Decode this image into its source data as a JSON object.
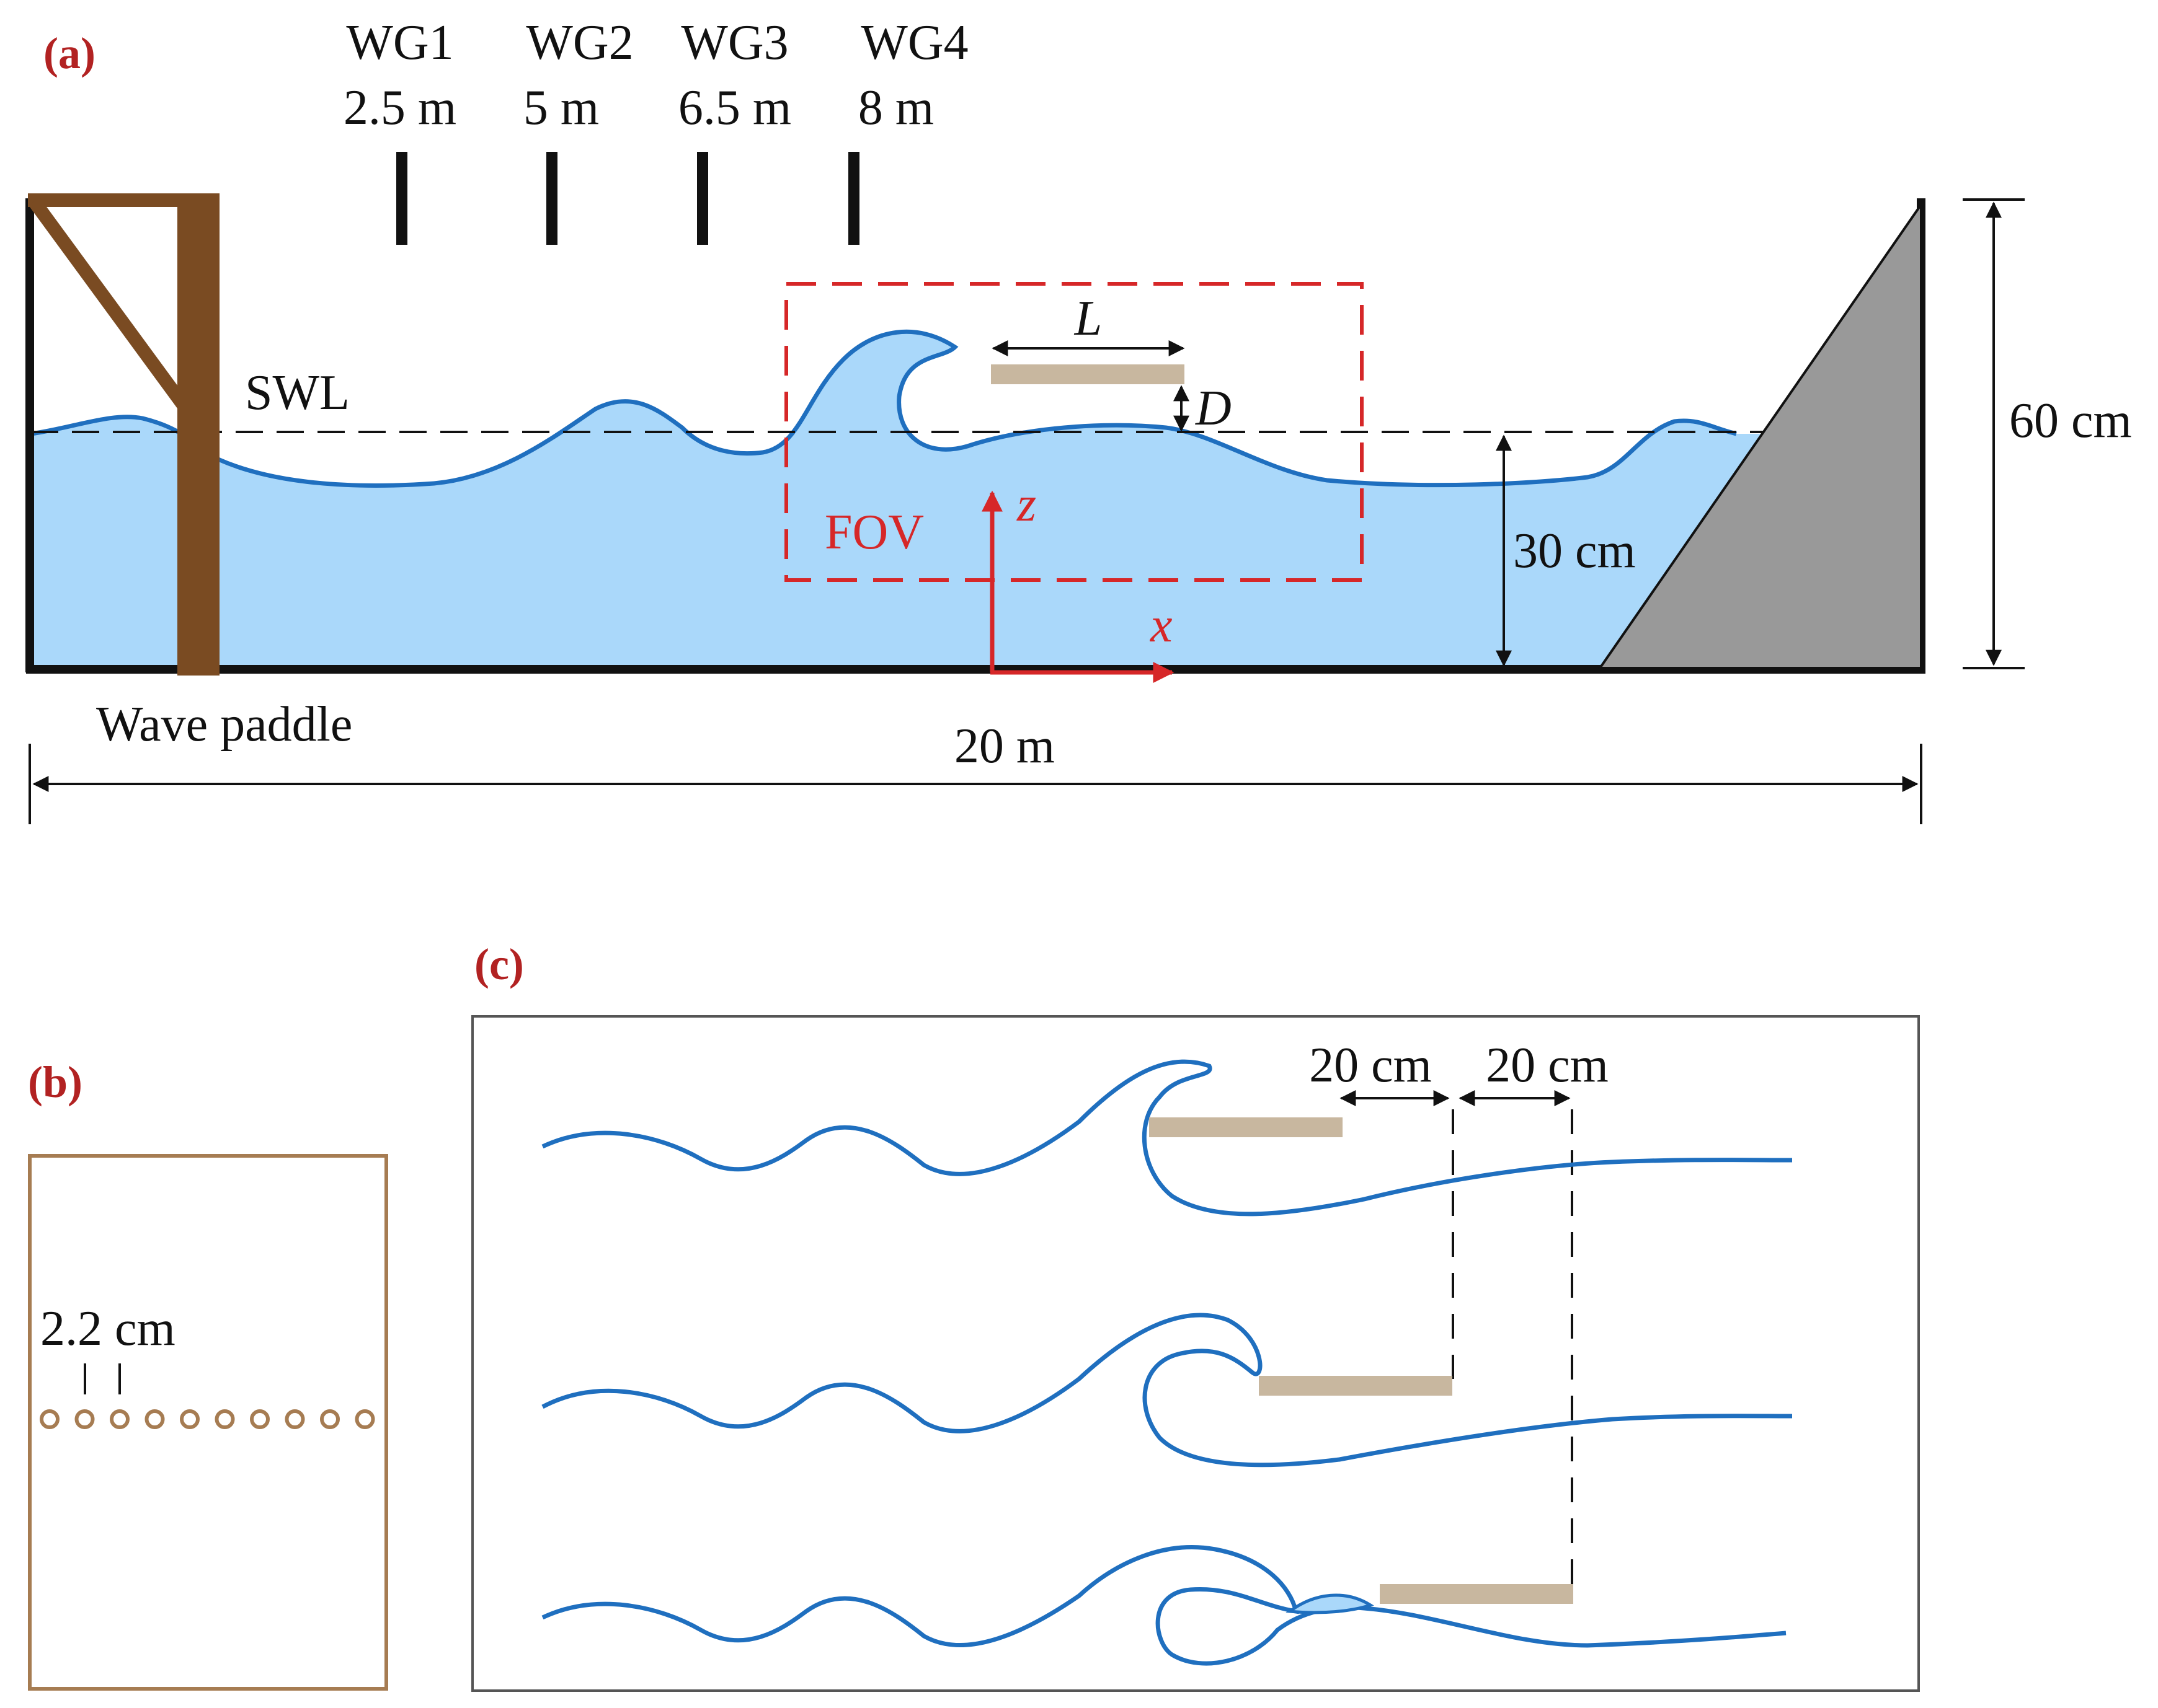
{
  "colors": {
    "panel_label": "#b22222",
    "water_fill": "#aad8fa",
    "water_line": "#1f6fbf",
    "paddle": "#7a4b22",
    "beach": "#999999",
    "plate": "#c8b79f",
    "fov": "#d62728",
    "frame_b": "#a67c52",
    "ink": "#111111"
  },
  "panel_a": {
    "label": "(a)",
    "gauges": [
      {
        "name": "WG1",
        "position": "2.5 m"
      },
      {
        "name": "WG2",
        "position": "5 m"
      },
      {
        "name": "WG3",
        "position": "6.5 m"
      },
      {
        "name": "WG4",
        "position": "8 m"
      }
    ],
    "swl_label": "SWL",
    "plate_length_label": "L",
    "submergence_label": "D",
    "fov_label": "FOV",
    "axis_z_label": "z",
    "axis_x_label": "x",
    "depth_label": "30 cm",
    "tank_height_label": "60 cm",
    "paddle_label": "Wave paddle",
    "tank_length_label": "20 m"
  },
  "panel_b": {
    "label": "(b)",
    "spacing_label": "2.2 cm",
    "hole_count": 10
  },
  "panel_c": {
    "label": "(c)",
    "offset_labels": [
      "20 cm",
      "20 cm"
    ]
  }
}
